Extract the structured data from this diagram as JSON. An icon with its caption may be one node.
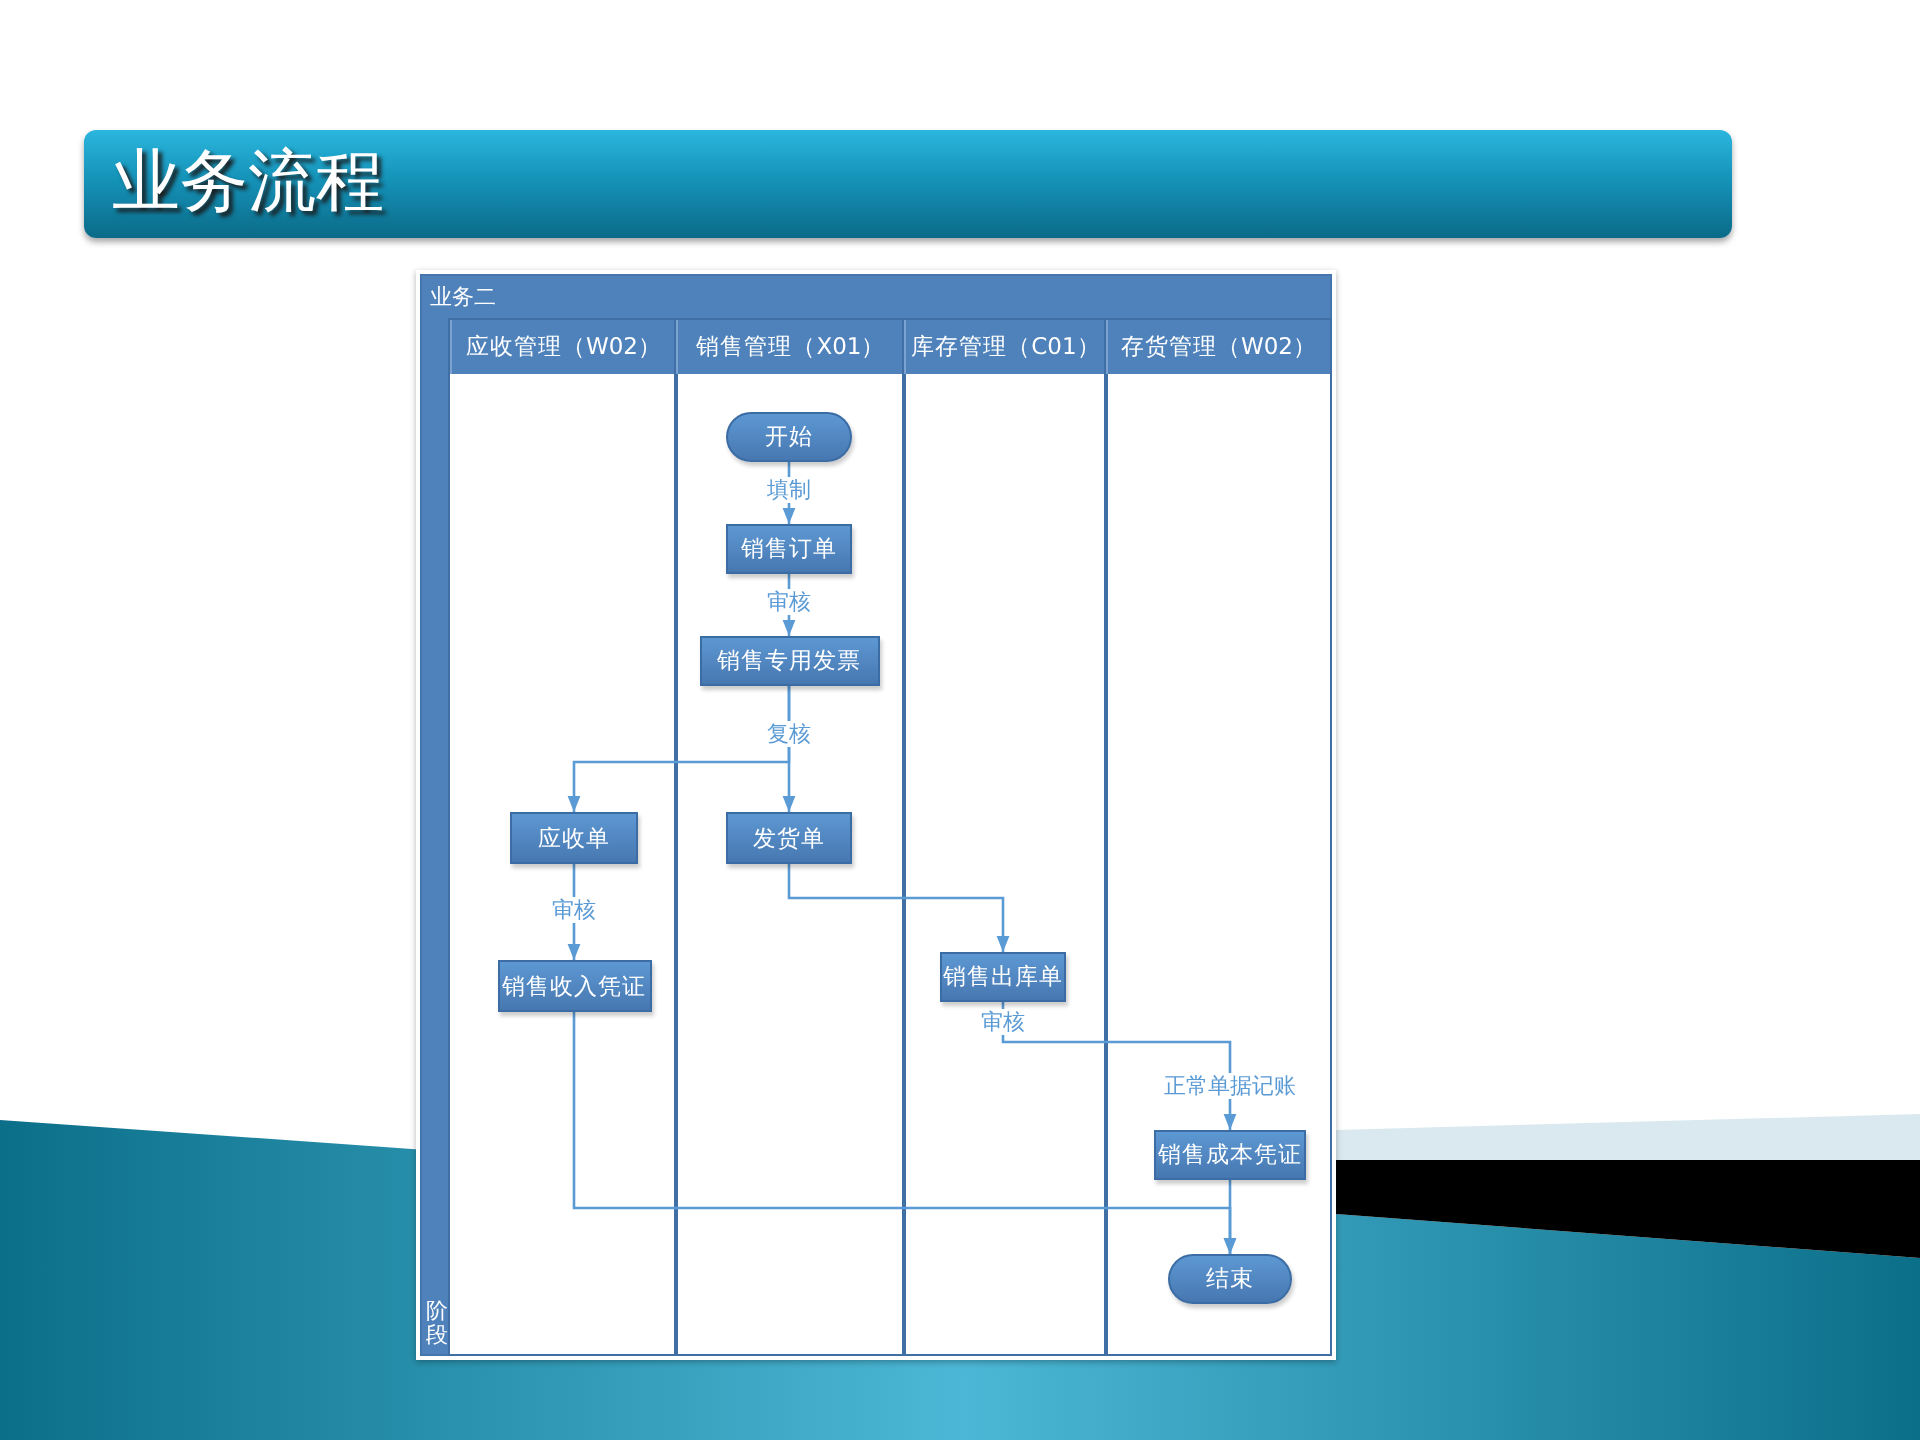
{
  "diagram": {
    "title": "业务流程",
    "nodes": [
      {
        "text": [
          "业务二"
        ]
      },
      {
        "text": [
          "阶段"
        ],
        "in": 0
      },
      {
        "text": [
          "应收管理（W02）"
        ],
        "in": 0
      },
      {
        "text": [
          "销售管理（X01）"
        ],
        "in": 0
      },
      {
        "text": [
          "库存管理（C01）"
        ],
        "in": 0
      },
      {
        "text": [
          "存货管理（W02）"
        ],
        "in": 0
      },
      {
        "text": [
          "开始"
        ],
        "in": 3
      },
      {
        "text": [
          "销售订单"
        ],
        "in": 3
      },
      {
        "text": [
          "销售专用发票"
        ],
        "in": 3
      },
      {
        "text": [
          "应收单"
        ],
        "in": 2
      },
      {
        "text": [
          "发货单"
        ],
        "in": 3
      },
      {
        "text": [
          "销售收入凭证"
        ],
        "in": 2
      },
      {
        "text": [
          "销售出库单"
        ],
        "in": 4
      },
      {
        "text": [
          "销售成本凭证"
        ],
        "in": 5
      },
      {
        "text": [
          "结束"
        ],
        "in": 5
      }
    ],
    "edges": [
      {
        "from": 6,
        "to": 7,
        "arrow": "to",
        "label": "填制"
      },
      {
        "from": 7,
        "to": 8,
        "arrow": "to",
        "label": "审核"
      },
      {
        "from": 8,
        "to": 9,
        "arrow": "to"
      },
      {
        "from": 8,
        "to": 10,
        "arrow": "to",
        "label": "复核"
      },
      {
        "from": 9,
        "to": 11,
        "arrow": "to",
        "label": "审核"
      },
      {
        "from": 10,
        "to": 12,
        "arrow": "to"
      },
      {
        "from": 12,
        "to": 13,
        "arrow": "to",
        "label": "审核"
      },
      {
        "from": 11,
        "to": 14,
        "arrow": "to"
      },
      {
        "from": 13,
        "to": 14,
        "arrow": "to"
      }
    ],
    "labels": [
      "正常单据记账"
    ]
  }
}
